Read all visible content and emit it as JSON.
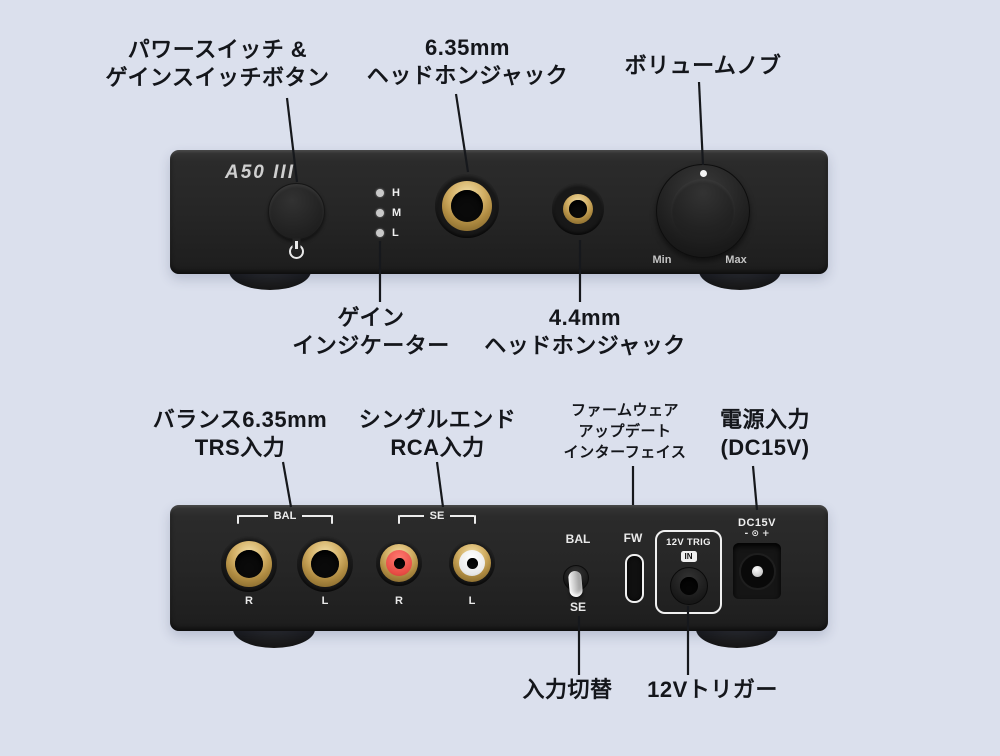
{
  "background": "#dbe0ed",
  "device": {
    "brand": "A50 III",
    "panel_color": "#262626",
    "gold_color": "#c9a55f",
    "rca_red_color": "#e84c45",
    "rca_white_color": "#f2f2f2"
  },
  "front": {
    "led_labels": [
      "H",
      "M",
      "L"
    ],
    "knob_min": "Min",
    "knob_max": "Max"
  },
  "rear": {
    "bal_bracket": "BAL",
    "se_bracket": "SE",
    "jack_labels": [
      "R",
      "L",
      "R",
      "L"
    ],
    "toggle_up": "BAL",
    "toggle_down": "SE",
    "fw_label": "FW",
    "trig_title": "12V TRIG",
    "trig_in": "IN",
    "dc_title": "DC15V",
    "dc_polarity": "- ⊙ +"
  },
  "annotations": {
    "power_switch_1": "パワースイッチ &",
    "power_switch_2": "ゲインスイッチボタン",
    "jack_635_1": "6.35mm",
    "jack_635_2": "ヘッドホンジャック",
    "volume_knob": "ボリュームノブ",
    "gain_indicator_1": "ゲイン",
    "gain_indicator_2": "インジケーター",
    "jack_44_1": "4.4mm",
    "jack_44_2": "ヘッドホンジャック",
    "balanced_trs_1": "バランス6.35mm",
    "balanced_trs_2": "TRS入力",
    "single_end_rca_1": "シングルエンド",
    "single_end_rca_2": "RCA入力",
    "firmware_1": "ファームウェア",
    "firmware_2": "アップデート",
    "firmware_3": "インターフェイス",
    "power_input_1": "電源入力",
    "power_input_2": "(DC15V)",
    "input_switch": "入力切替",
    "trigger_12v": "12Vトリガー"
  }
}
